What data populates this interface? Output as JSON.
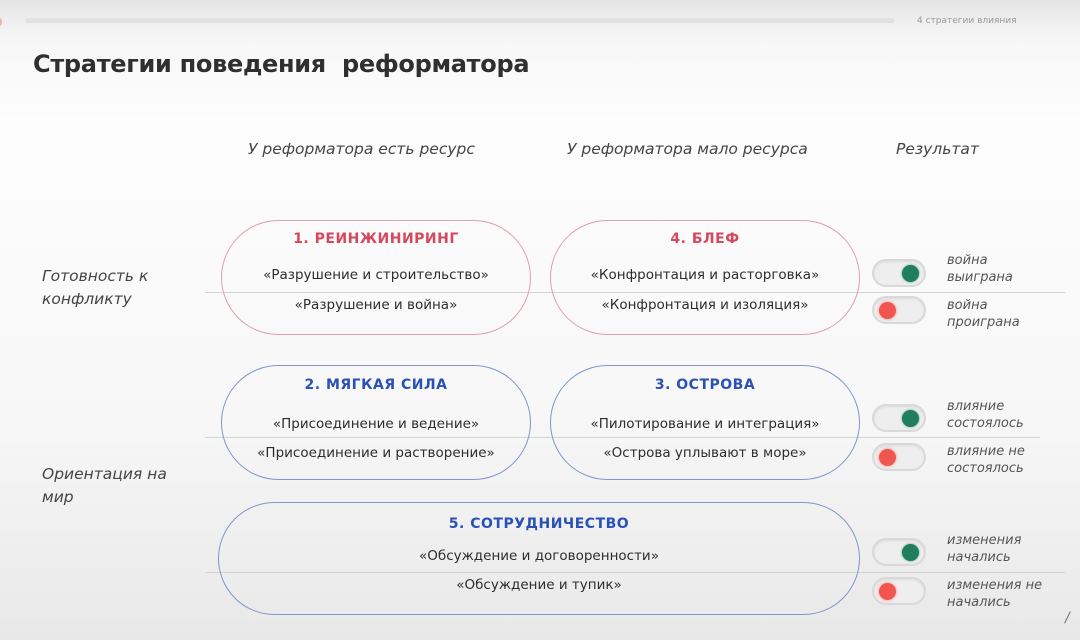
{
  "header": {
    "section_label": "4 стратегии влияния",
    "title": "Стратегии поведения  реформатора"
  },
  "columns": {
    "has_resource": "У реформатора есть ресурс",
    "low_resource": "У реформатора мало ресурса",
    "result": "Результат"
  },
  "rows": {
    "conflict": "Готовность к конфликту",
    "conflict_line1": "Готовность к",
    "conflict_line2": "конфликту",
    "world": "Ориентация на мир",
    "world_line1": "Ориентация на",
    "world_line2": "мир"
  },
  "strategies": [
    {
      "title": "1. РЕИНЖИНИРИНГ",
      "success": "«Разрушение и строительство»",
      "failure": "«Разрушение и война»",
      "color": "#d5485e"
    },
    {
      "title": "2. МЯГКАЯ СИЛА",
      "success": "«Присоединение и ведение»",
      "failure": "«Присоединение и растворение»",
      "color": "#2a51b5"
    },
    {
      "title": "3. ОСТРОВА",
      "success": "«Пилотирование и интеграция»",
      "failure": "«Острова уплывают в море»",
      "color": "#2a51b5"
    },
    {
      "title": "4. БЛЕФ",
      "success": "«Конфронтация и расторговка»",
      "failure": "«Конфронтация и изоляция»",
      "color": "#d5485e"
    },
    {
      "title": "5. СОТРУДНИЧЕСТВО",
      "success": "«Обсуждение  и договоренности»",
      "failure": "«Обсуждение  и тупик»",
      "color": "#2a51b5"
    }
  ],
  "results": [
    {
      "state": "on",
      "line1": "война",
      "line2": "выиграна",
      "knob_color": "#207e5d"
    },
    {
      "state": "off",
      "line1": "война",
      "line2": "проиграна",
      "knob_color": "#f0554f"
    },
    {
      "state": "on",
      "line1": "влияние",
      "line2": "состоялось",
      "knob_color": "#207e5d"
    },
    {
      "state": "off",
      "line1": "влияние не",
      "line2": "состоялось",
      "knob_color": "#f0554f"
    },
    {
      "state": "on",
      "line1": "изменения",
      "line2": "начались",
      "knob_color": "#207e5d"
    },
    {
      "state": "off",
      "line1": "изменения не",
      "line2": "начались",
      "knob_color": "#f0554f"
    }
  ],
  "footer": {
    "mark": "/"
  }
}
